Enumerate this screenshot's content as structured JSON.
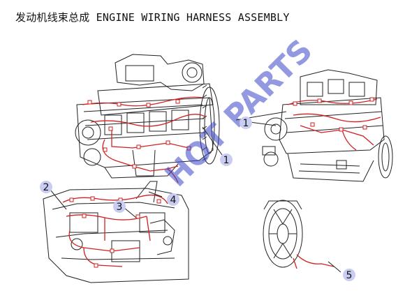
{
  "title": "发动机线束总成 ENGINE WIRING HARNESS ASSEMBLY",
  "watermark": "HOT PARTS",
  "callouts": [
    "1",
    "1",
    "2",
    "3",
    "4",
    "5"
  ],
  "colors": {
    "line": "#222222",
    "harness": "#d21f1f",
    "callout_fill": "#c9cdf2",
    "watermark": "#3a46c8"
  }
}
